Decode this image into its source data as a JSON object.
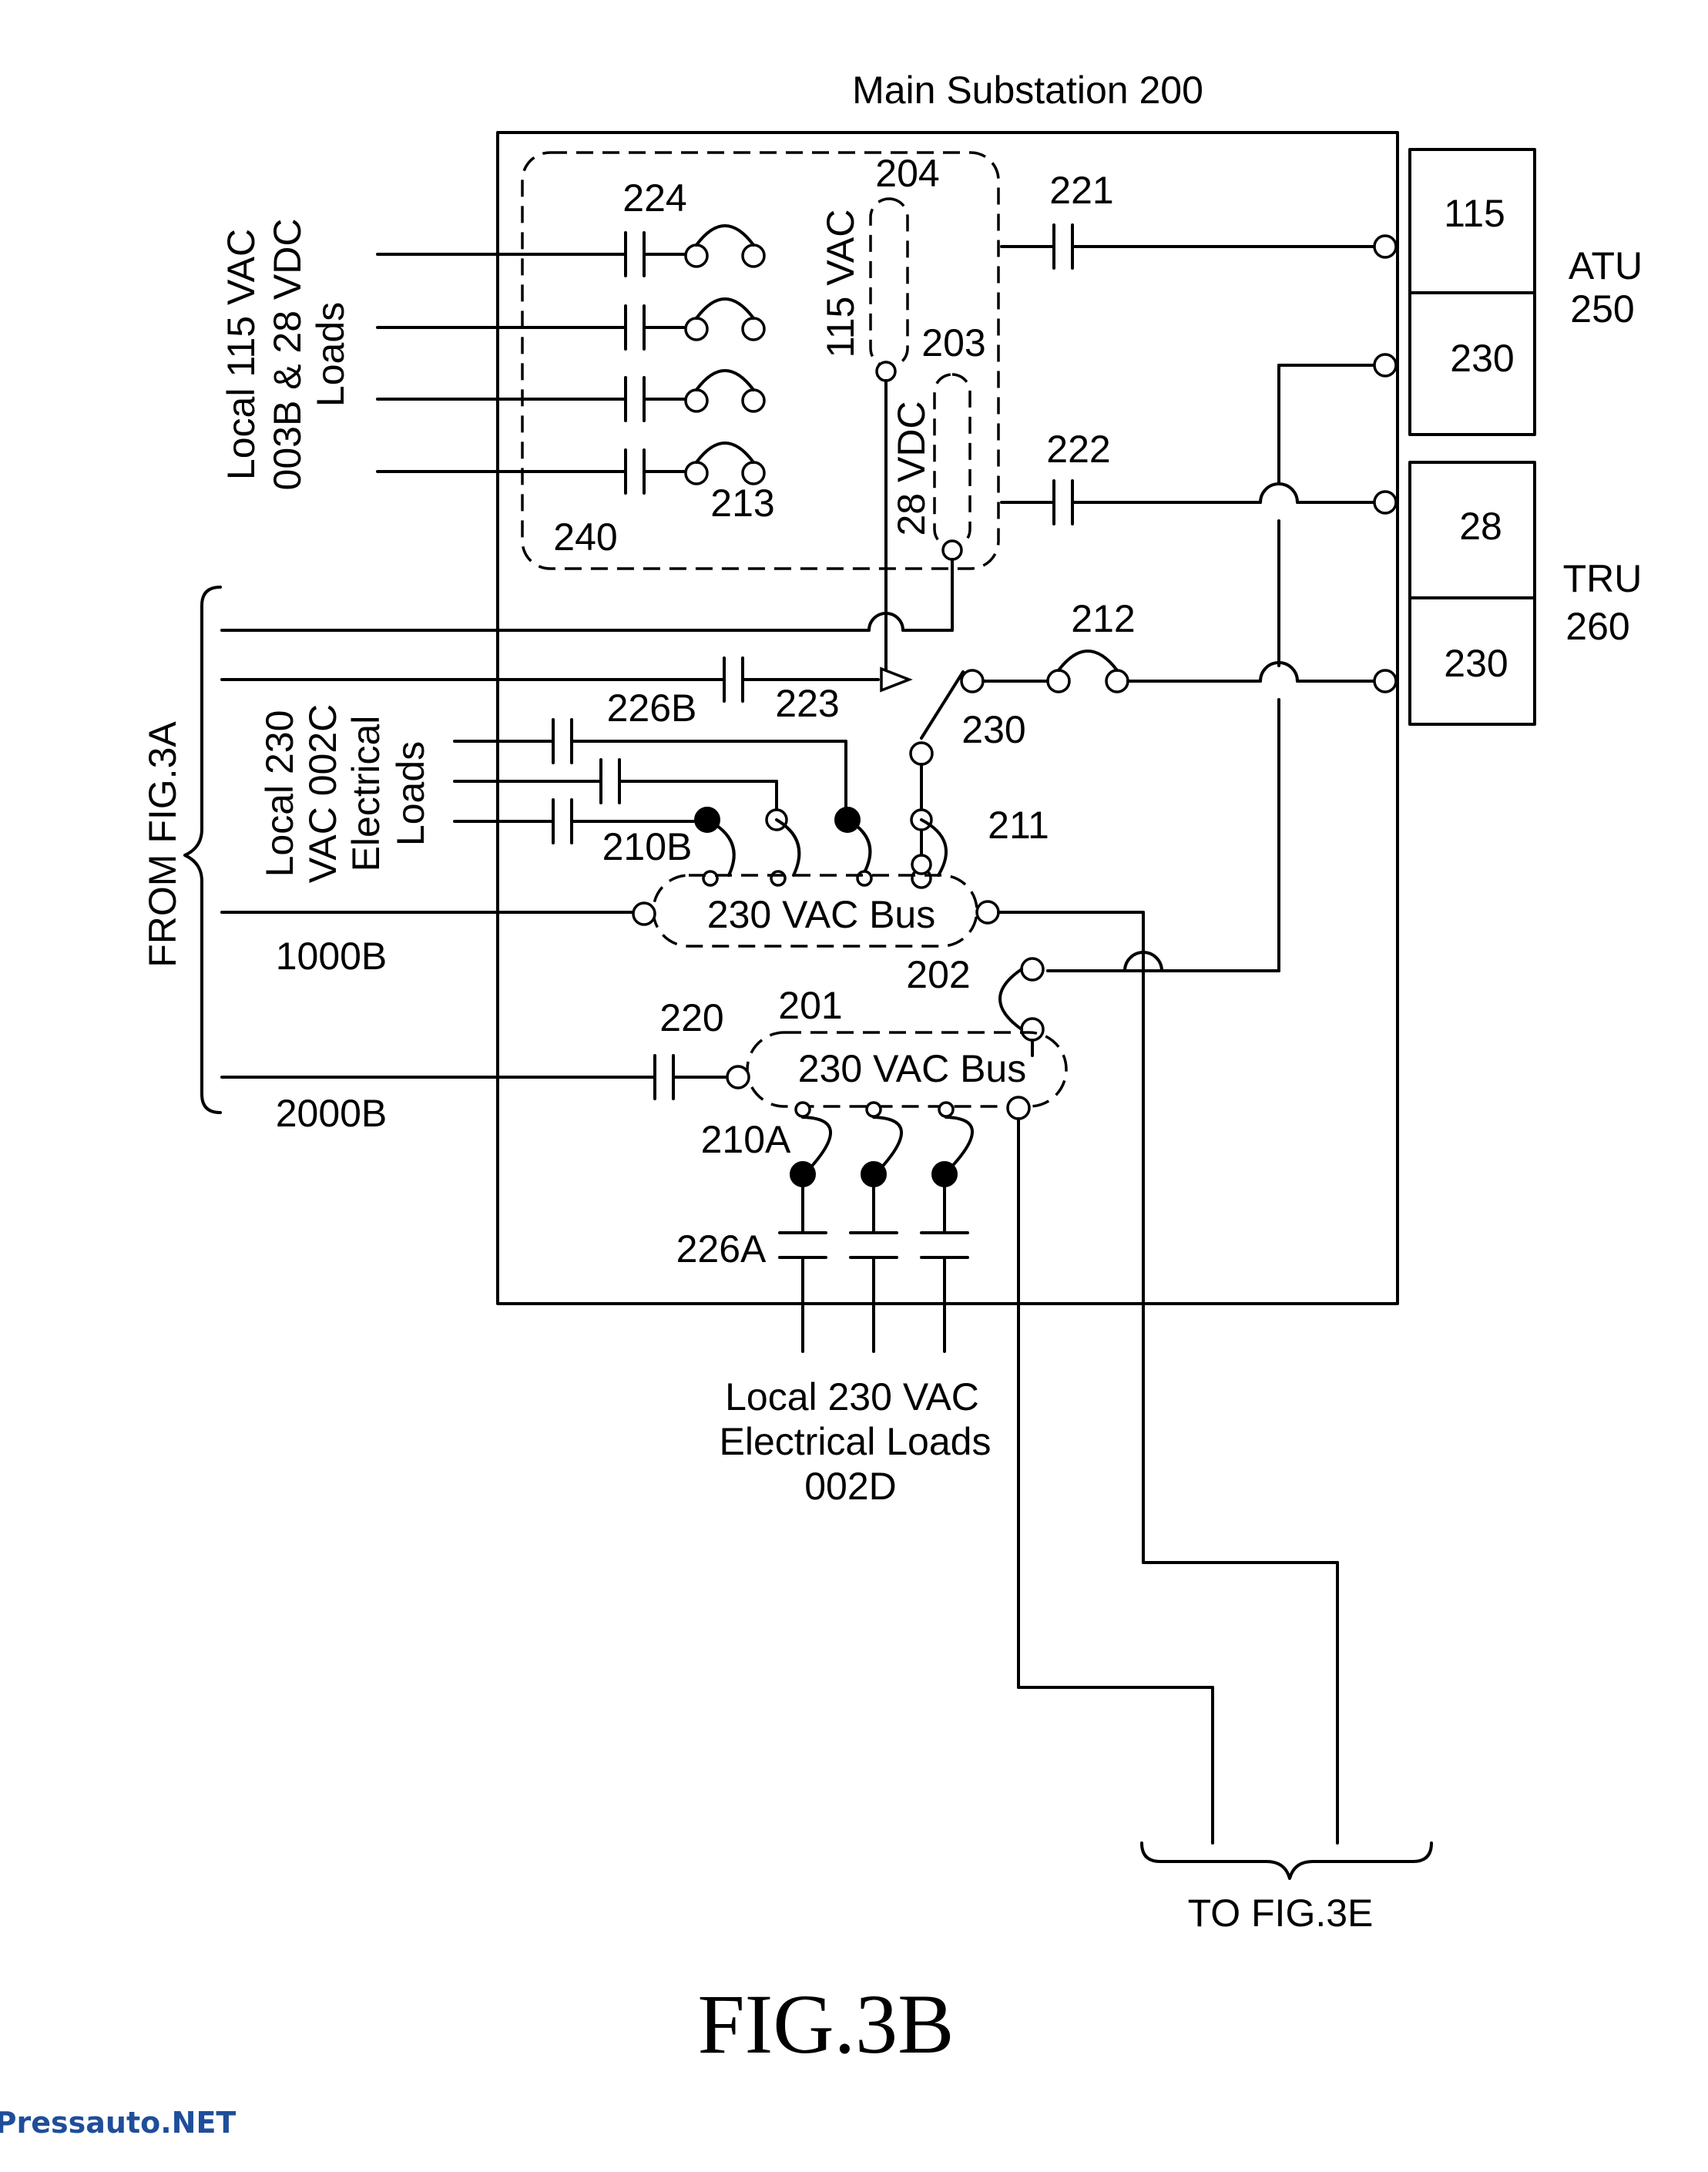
{
  "diagram": {
    "title": "Main Substation 200",
    "figure_caption": "FIG.3B",
    "watermark": "Pressauto.NET",
    "labels": {
      "local_115_loads": [
        "Local 115 VAC",
        "003B & 28 VDC",
        "Loads"
      ],
      "local_230_002c": [
        "Local 230",
        "VAC 002C",
        "Electrical",
        "Loads"
      ],
      "local_230_002d": [
        "Local 230 VAC",
        "Electrical Loads",
        "002D"
      ],
      "from_fig": "FROM FIG.3A",
      "to_fig": "TO FIG.3E",
      "atu": [
        "ATU",
        "250"
      ],
      "tru": [
        "TRU",
        "260"
      ],
      "bus_115": "115 VAC",
      "bus_28": "28 VDC",
      "bus_230_upper": "230 VAC Bus",
      "bus_230_lower": "230 VAC Bus",
      "atu_115": "115",
      "atu_230": "230",
      "tru_28": "28",
      "tru_230": "230",
      "ref_224": "224",
      "ref_204": "204",
      "ref_221": "221",
      "ref_203": "203",
      "ref_222": "222",
      "ref_213": "213",
      "ref_240": "240",
      "ref_212": "212",
      "ref_226b": "226B",
      "ref_223": "223",
      "ref_230": "230",
      "ref_210b": "210B",
      "ref_211": "211",
      "ref_1000b": "1000B",
      "ref_202": "202",
      "ref_220": "220",
      "ref_201": "201",
      "ref_210a": "210A",
      "ref_226a": "226A",
      "ref_2000b": "2000B"
    }
  }
}
